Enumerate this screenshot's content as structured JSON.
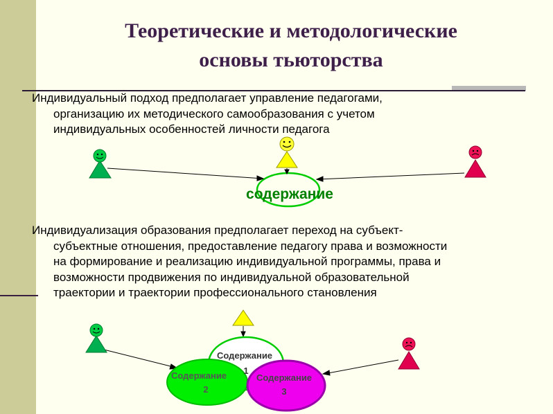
{
  "title": {
    "line1": "Теоретические и методологические",
    "line2": "основы тьюторства"
  },
  "paragraph1": {
    "line1": "Индивидуальный подход предполагает управление педагогами,",
    "line2": "организацию их методического самообразования  с учетом",
    "line3": "индивидуальных особенностей личности педагога"
  },
  "paragraph2": {
    "line1": "Индивидуализация образования предполагает переход на субъект-",
    "line2": "субъектные отношения, предоставление педагогу права и возможности",
    "line3": "на формирование и реализацию индивидуальной программы, права и",
    "line4": "возможности продвижения по индивидуальной образовательной",
    "line5": "траектории и траектории профессионального становления"
  },
  "diagram1": {
    "center_label": "содержание"
  },
  "diagram2": {
    "ellipse1": {
      "label": "Содержание",
      "number": "1"
    },
    "ellipse2": {
      "label": "Содержание",
      "number": "2"
    },
    "ellipse3": {
      "label": "Содержание",
      "number": "3"
    }
  },
  "colors": {
    "sidebar": "#cccc99",
    "title": "#3d1f4a",
    "green_figure": "#00b050",
    "yellow_figure": "#ffff00",
    "red_figure": "#e0004e",
    "center_label": "#008000",
    "ellipse_green_fill": "#00ee00",
    "ellipse_magenta_fill": "#ee00ee",
    "ellipse_outline_green": "#00cc00",
    "ellipse_outline_purple": "#9900aa"
  }
}
